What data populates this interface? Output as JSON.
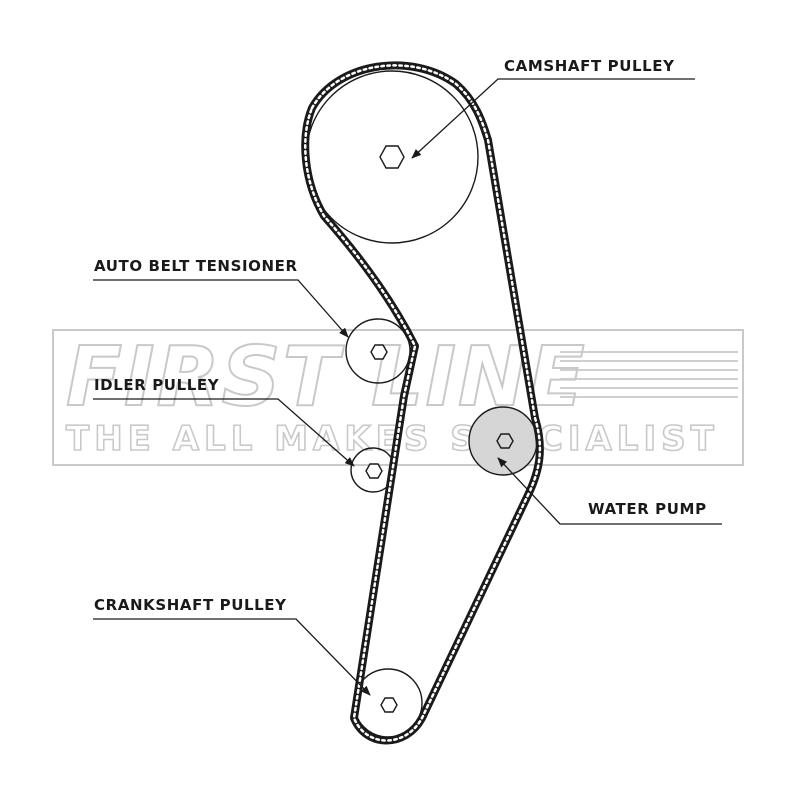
{
  "labels": {
    "camshaft": "CAMSHAFT PULLEY",
    "tensioner": "AUTO BELT TENSIONER",
    "idler": "IDLER PULLEY",
    "water_pump": "WATER PUMP",
    "crankshaft": "CRANKSHAFT PULLEY"
  },
  "watermark": {
    "brand": "FIRST LINE",
    "tagline": "THE ALL MAKES SPECIALIST"
  },
  "colors": {
    "line": "#1a1a1a",
    "water_pump_fill": "#d6d6d6",
    "watermark": "#c9c9c9"
  }
}
